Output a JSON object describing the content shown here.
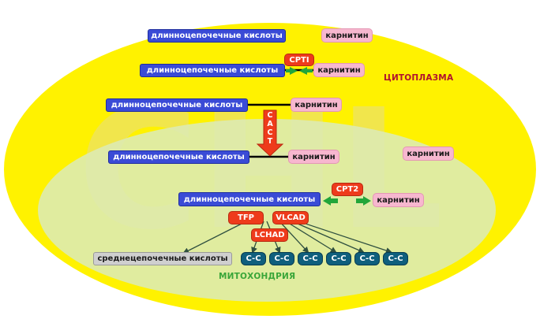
{
  "fatty_acid_label": "длинноцепочечные кислоты",
  "carnitine_label": "карнитин",
  "enzymes": {
    "cpt1": "CPTI",
    "cact_letters": [
      "C",
      "A",
      "C",
      "T"
    ],
    "cpt2": "CPT2",
    "tfp": "TFP",
    "vlcad": "VLCAD",
    "lchad": "LCHAD"
  },
  "regions": {
    "cytoplasm": "ЦИТОПЛАЗМА",
    "mitochondria": "МИТОХОНДРИЯ"
  },
  "products": {
    "medium_chain": "среднецепочечные кислоты",
    "two_carbon": [
      "C-C",
      "C-C",
      "C-C",
      "C-C",
      "C-C",
      "C-C"
    ]
  },
  "colors": {
    "cytoplasm": "#fff200",
    "mitochondria": "#dcebb5",
    "fatty_acid": "#3a4bd6",
    "carnitine": "#f7b7cf",
    "enzyme": "#ee3b1b",
    "two_carbon": "#0f5f7d",
    "green_arrow": "#22a63a",
    "mito_text": "#3aa639",
    "cyto_text": "#b0122e"
  },
  "watermark": "CHL"
}
